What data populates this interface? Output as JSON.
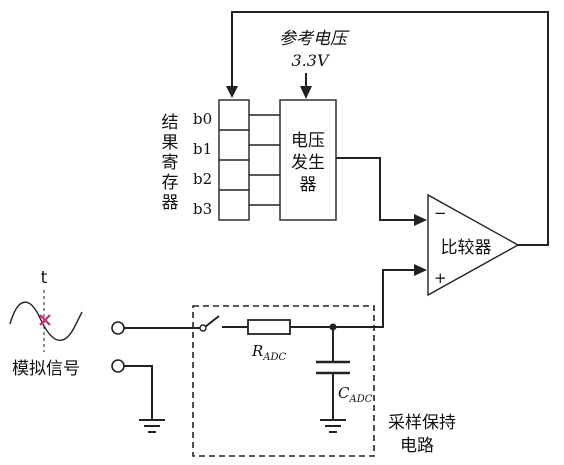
{
  "labels": {
    "ref_voltage_line1": "参考电压",
    "ref_voltage_line2": "3.3V",
    "register_vertical": [
      "结",
      "果",
      "寄",
      "存",
      "器"
    ],
    "bits": [
      "b0",
      "b1",
      "b2",
      "b3"
    ],
    "voltage_generator": [
      "电压",
      "发生",
      "器"
    ],
    "comparator": "比较器",
    "minus": "−",
    "plus": "+",
    "time_t": "t",
    "analog_signal": "模拟信号",
    "r_main": "R",
    "r_sub": "ADC",
    "c_main": "C",
    "c_sub": "ADC",
    "sample_hold_line1": "采样保持",
    "sample_hold_line2": "电路"
  },
  "colors": {
    "line": "#222222",
    "sample_marker": "#d6246e"
  }
}
